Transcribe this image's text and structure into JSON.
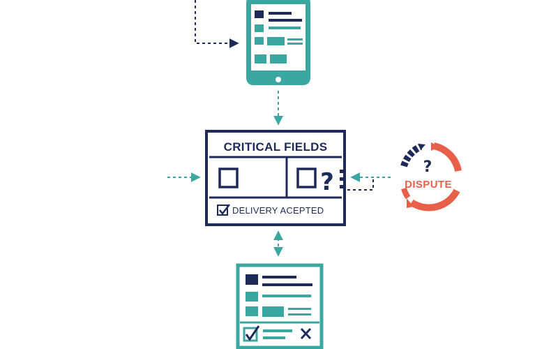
{
  "critical_fields_panel": {
    "title": "CRITICAL FIELDS",
    "checkbox_label": "DELIVERY ACEPTED",
    "question_mark": "?"
  },
  "dispute_badge": {
    "label": "DISPUTE",
    "question_mark": "?"
  },
  "colors": {
    "navy": "#1e2a5a",
    "teal": "#3aa8a0",
    "coral": "#e8604a",
    "white": "#ffffff"
  },
  "icons": {
    "tablet": "tablet-form-icon",
    "bottom_form": "signed-form-icon",
    "dispute": "dispute-cycle-icon"
  }
}
